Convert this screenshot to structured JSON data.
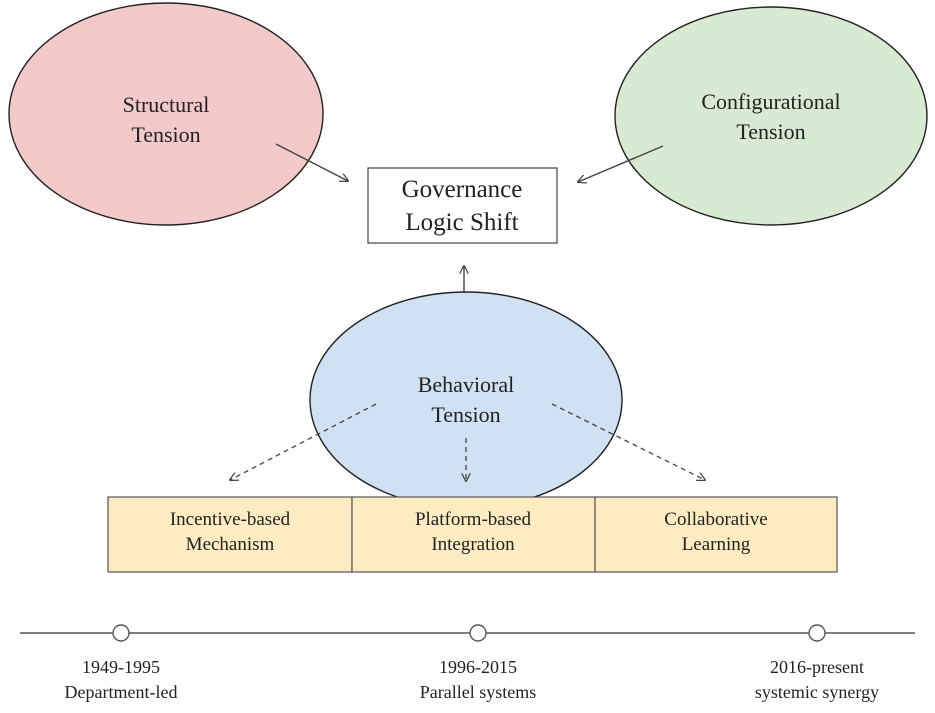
{
  "nodes": {
    "structural": {
      "line1": "Structural",
      "line2": "Tension",
      "fill": "#f4c9c9"
    },
    "configurational": {
      "line1": "Configurational",
      "line2": "Tension",
      "fill": "#d8ead2"
    },
    "behavioral": {
      "line1": "Behavioral",
      "line2": "Tension",
      "fill": "#cfe1f3"
    },
    "governance": {
      "line1": "Governance",
      "line2": "Logic Shift"
    }
  },
  "mechanisms": [
    {
      "line1": "Incentive-based",
      "line2": "Mechanism"
    },
    {
      "line1": "Platform-based",
      "line2": "Integration"
    },
    {
      "line1": "Collaborative",
      "line2": "Learning"
    }
  ],
  "mechanism_fill": "#fdebc2",
  "timeline": [
    {
      "period": "1949-1995",
      "label": "Department-led"
    },
    {
      "period": "1996-2015",
      "label": "Parallel systems"
    },
    {
      "period": "2016-present",
      "label": "systemic synergy"
    }
  ]
}
